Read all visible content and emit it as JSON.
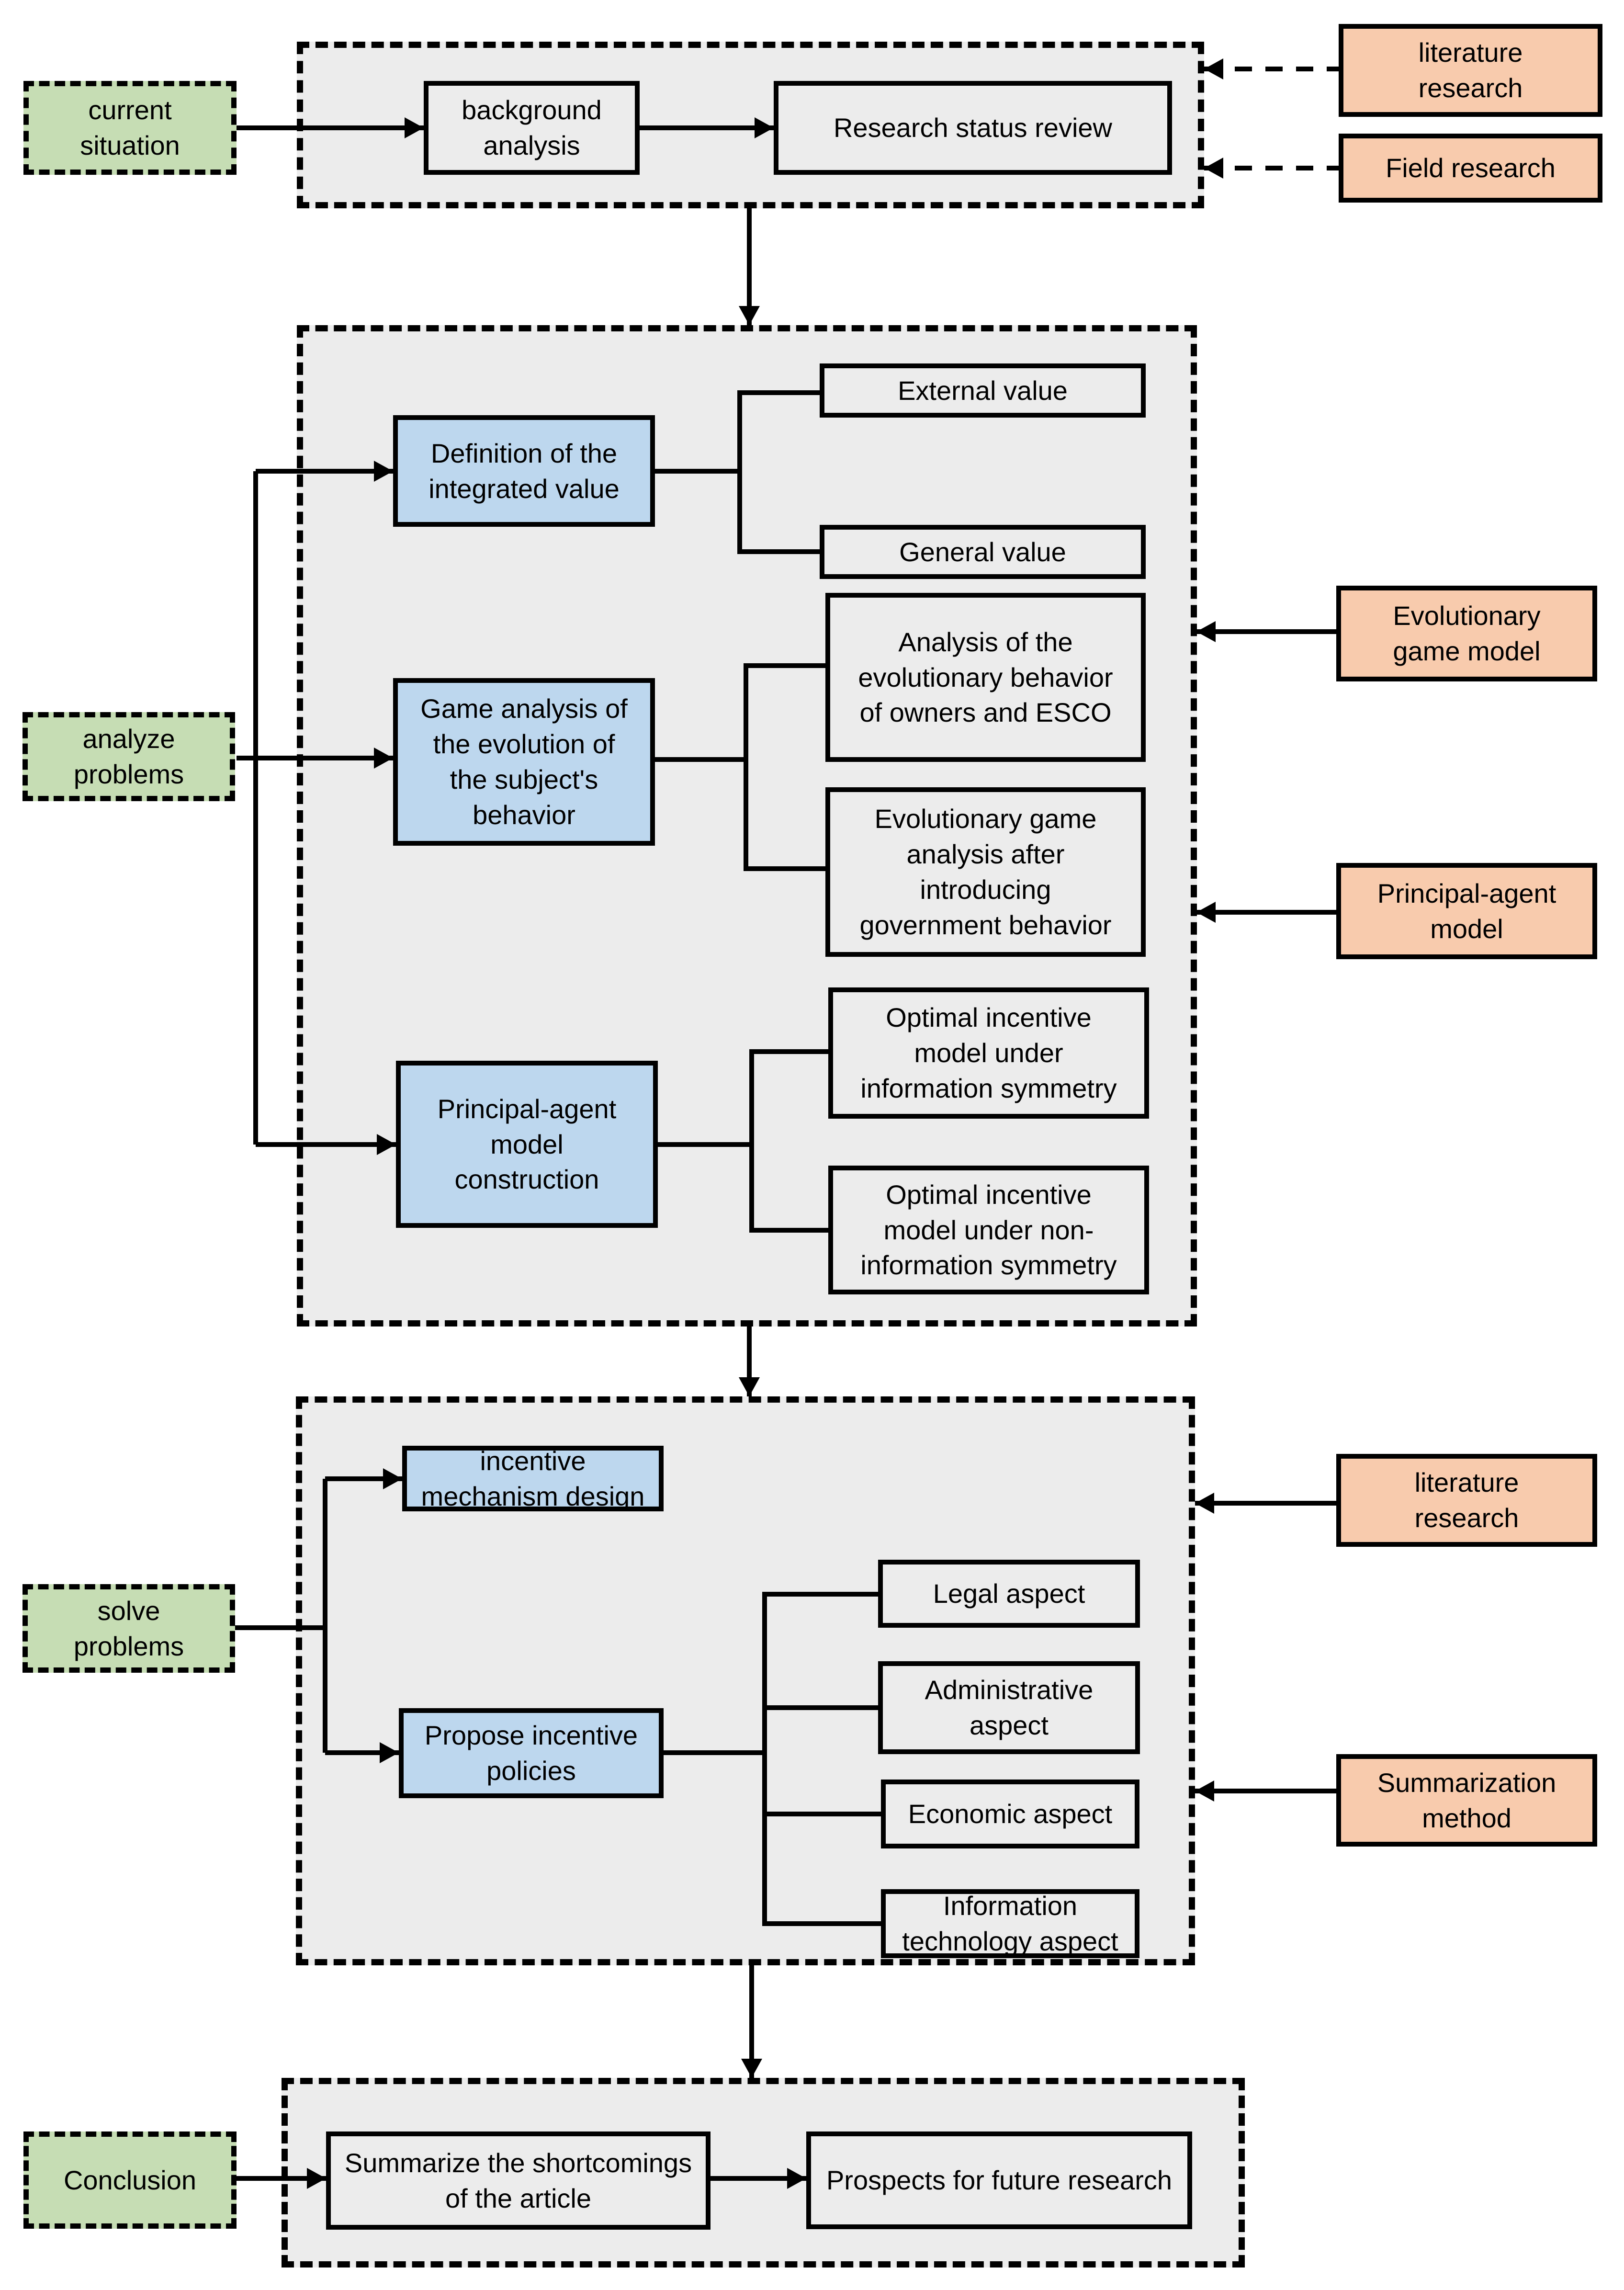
{
  "colors": {
    "stage_green": "#c6ddb4",
    "process_blue": "#bdd7ee",
    "method_orange": "#f8cbad",
    "container_gray": "#ececec",
    "line_black": "#000000"
  },
  "sections": {
    "overview": {
      "stage": "current\nsituation",
      "background_analysis": "background\nanalysis",
      "research_status_review": "Research status review",
      "literature_research": "literature\nresearch",
      "field_research": "Field research"
    },
    "analysis": {
      "stage": "analyze\nproblems",
      "definition": "Definition of the\nintegrated value",
      "external_value": "External value",
      "general_value": "General value",
      "game_analysis": "Game analysis of\nthe evolution of\nthe subject's\nbehavior",
      "owners_esco": "Analysis of the\nevolutionary behavior\nof owners and ESCO",
      "government_behavior": "Evolutionary game\nanalysis after\nintroducing\ngovernment behavior",
      "evolutionary_game_model": "Evolutionary\ngame model",
      "principal_agent_model": "Principal-agent\nmodel",
      "pa_construction": "Principal-agent\nmodel\nconstruction",
      "optimal_symmetry": "Optimal incentive\nmodel under\ninformation symmetry",
      "optimal_non_symmetry": "Optimal incentive\nmodel under non-\ninformation symmetry"
    },
    "solution": {
      "stage": "solve\nproblems",
      "incentive_mechanism": "incentive\nmechanism design",
      "propose_policies": "Propose incentive\npolicies",
      "legal": "Legal aspect",
      "administrative": "Administrative\naspect",
      "economic": "Economic aspect",
      "information_technology": "Information\ntechnology aspect",
      "literature_research": "literature\nresearch",
      "summarization_method": "Summarization\nmethod"
    },
    "conclusion": {
      "stage": "Conclusion",
      "summarize": "Summarize the shortcomings\nof the article",
      "prospects": "Prospects for future research"
    }
  }
}
